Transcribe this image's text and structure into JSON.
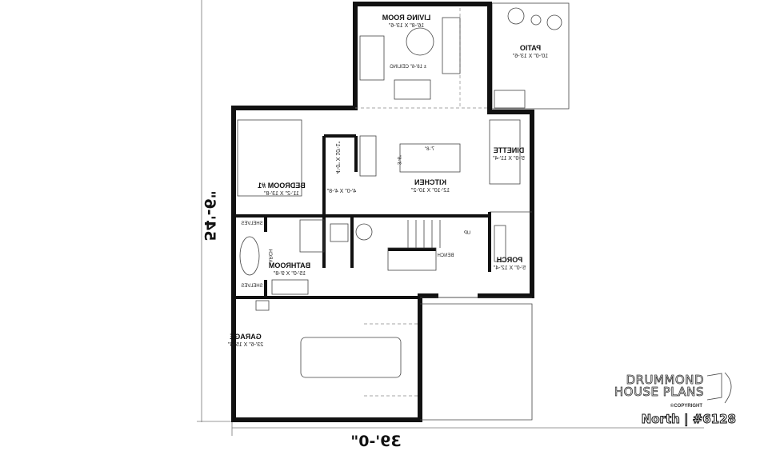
{
  "plan": {
    "overall_depth": "54'-6\"",
    "overall_width": "39'-0\"",
    "rooms": {
      "living": {
        "name": "LIVING ROOM",
        "size": "16'-8\" X 13'-6\"",
        "note": "± 18'-6\" CEILING"
      },
      "patio": {
        "name": "PATIO",
        "size": "10'-0\" X 13'-6\""
      },
      "dinette": {
        "name": "DINETTE",
        "size": "5'-0\" X 11'-4\""
      },
      "kitchen": {
        "name": "KITCHEN",
        "size": "12'-10\" X 10'-2\"",
        "island_length": "7'-8\"",
        "island_depth": "3'-6\""
      },
      "bedroom": {
        "name": "BEDROOM #1",
        "size": "11'-2\" X 13'-8\""
      },
      "closet_a": {
        "size": "4'-0\" X 4'-8\""
      },
      "closet_b": {
        "size": "4'-0\" X 10'-1\""
      },
      "bathroom": {
        "name": "BATHROOM",
        "size": "15'-0\" X 9'-8\""
      },
      "porch": {
        "name": "PORCH",
        "size": "5'-0\" X 12'-4\""
      },
      "garage": {
        "name": "GARAGE",
        "size": "23'-6\" X 15'-4\""
      }
    },
    "labels": {
      "shelves_top": "SHELVES",
      "shelves_bottom": "SHELVES",
      "arch": "ARCH",
      "bench": "BENCH",
      "up": "UP"
    },
    "mirrored": true
  },
  "branding": {
    "logo_line1": "DRUMMOND",
    "logo_line2": "HOUSE PLANS",
    "copyright": "©COPYRIGHT",
    "plan_id": "North | #6128"
  }
}
